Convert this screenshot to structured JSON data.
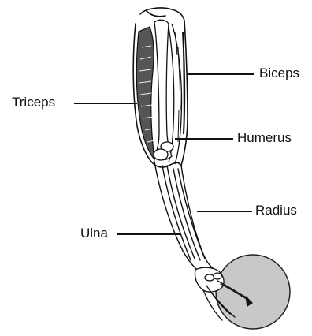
{
  "diagram": {
    "labels": {
      "triceps": "Triceps",
      "biceps": "Biceps",
      "humerus": "Humerus",
      "radius": "Radius",
      "ulna": "Ulna"
    },
    "colors": {
      "ball_fill": "#c8c8c8",
      "line": "#111111",
      "background": "#ffffff"
    }
  }
}
